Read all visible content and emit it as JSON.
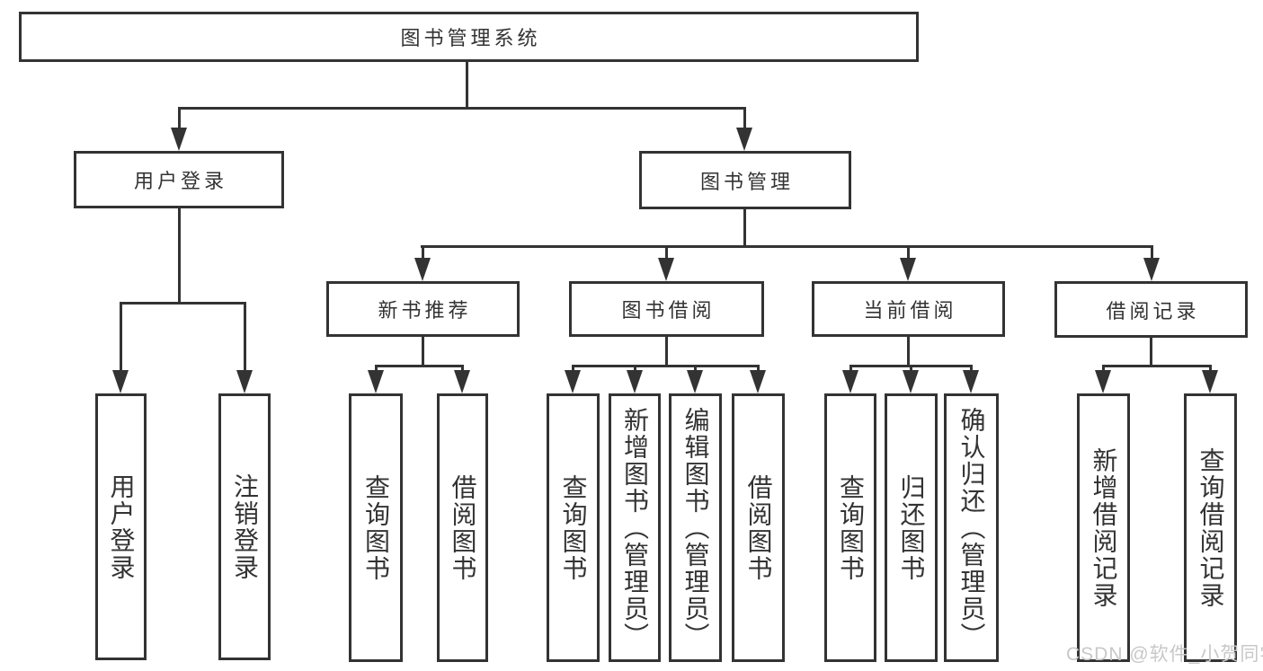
{
  "diagram": {
    "root": {
      "label": "图书管理系统"
    },
    "level2": [
      {
        "label": "用户登录"
      },
      {
        "label": "图书管理"
      }
    ],
    "level3": [
      {
        "label": "新书推荐"
      },
      {
        "label": "图书借阅"
      },
      {
        "label": "当前借阅"
      },
      {
        "label": "借阅记录"
      }
    ],
    "leaves": {
      "user_login": [
        "用户登录",
        "注销登录"
      ],
      "new_book": [
        "查询图书",
        "借阅图书"
      ],
      "book_borrow": [
        "查询图书",
        "新增图书（管理员）",
        "编辑图书（管理员）",
        "借阅图书"
      ],
      "current_borrow": [
        "查询图书",
        "归还图书",
        "确认归还（管理员）"
      ],
      "borrow_record": [
        "新增借阅记录",
        "查询借阅记录"
      ]
    }
  },
  "watermark": {
    "text": "CSDN @软件_小贺同学"
  },
  "colors": {
    "line": "#333333",
    "text": "#333333",
    "background": "#ffffff",
    "watermark": "#c8c8c8"
  }
}
